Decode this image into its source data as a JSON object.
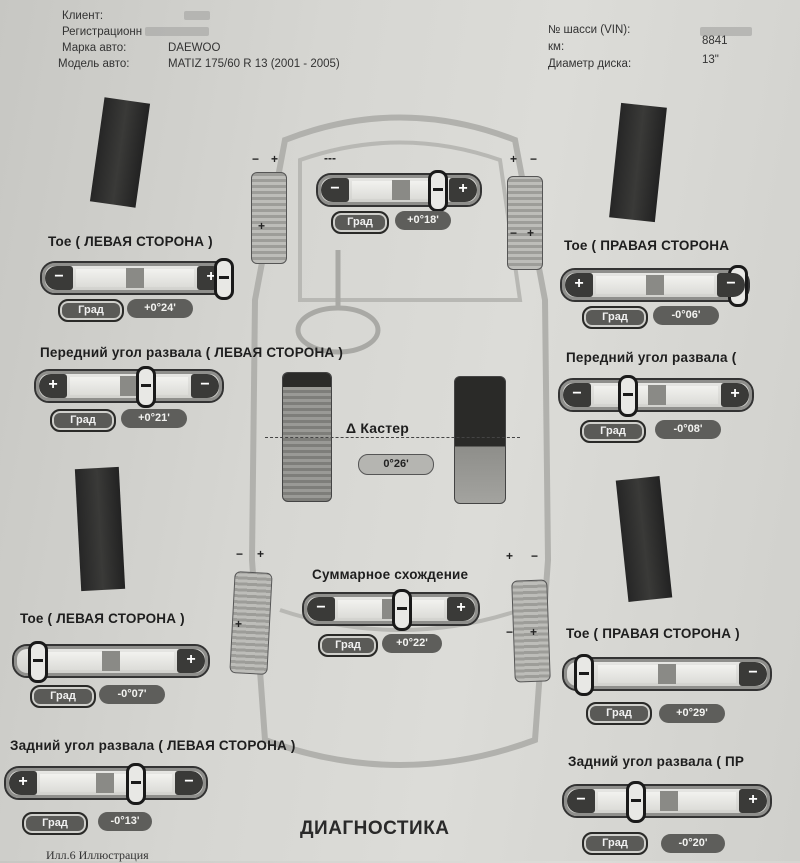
{
  "header": {
    "client_label": "Клиент:",
    "registration_label": "Регистрационн",
    "make_label": "Марка авто:",
    "make_value": "DAEWOO",
    "model_label": "Модель авто:",
    "model_value": "MATIZ 175/60 R 13 (2001 - 2005)",
    "vin_label": "№ шасси (VIN):",
    "km_label": "км:",
    "km_value": "8841",
    "rim_label": "Диаметр диска:",
    "rim_value": "13\""
  },
  "symbols": {
    "minus": "−",
    "plus": "+",
    "dashes": "---"
  },
  "unit": "Град",
  "front": {
    "toe_total": {
      "value": "+0°18'"
    },
    "toe_left": {
      "label": "Toe ( ЛЕВАЯ СТОРОНА )",
      "value": "+0°24'"
    },
    "toe_right": {
      "label": "Toe ( ПРАВАЯ СТОРОНА",
      "value": "-0°06'"
    },
    "camber_left": {
      "label": "Передний угол развала ( ЛЕВАЯ СТОРОНА )",
      "value": "+0°21'"
    },
    "camber_right": {
      "label": "Передний угол развала (",
      "value": "-0°08'"
    }
  },
  "caster": {
    "label": "Δ Кастер",
    "value": "0°26'"
  },
  "rear": {
    "toe_total": {
      "label": "Суммарное схождение",
      "value": "+0°22'"
    },
    "toe_left": {
      "label": "Toe ( ЛЕВАЯ СТОРОНА )",
      "value": "-0°07'"
    },
    "toe_right": {
      "label": "Toe ( ПРАВАЯ СТОРОНА )",
      "value": "+0°29'"
    },
    "camber_left": {
      "label": "Задний угол развала ( ЛЕВАЯ СТОРОНА )",
      "value": "-0°13'"
    },
    "camber_right": {
      "label": "Задний угол развала ( ПР",
      "value": "-0°20'"
    }
  },
  "footer": {
    "title": "ДИАГНОСТИКА",
    "caption": "Илл.6 Иллюстрация"
  }
}
